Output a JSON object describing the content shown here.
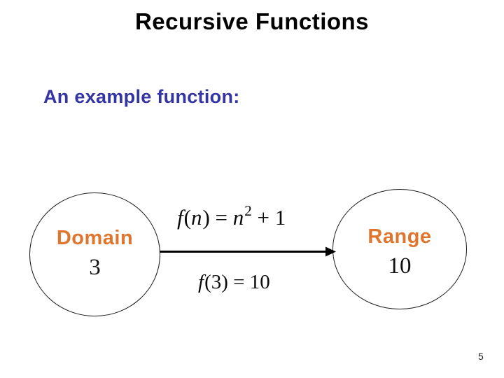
{
  "title": "Recursive Functions",
  "subtitle": "An example function:",
  "page_number": "5",
  "diagram": {
    "domain": {
      "label": "Domain",
      "value": "3"
    },
    "range": {
      "label": "Range",
      "value": "10"
    },
    "formula_top": {
      "func": "f",
      "open_paren": "(",
      "variable": "n",
      "close_equals": ") = ",
      "base": "n",
      "exponent": "2",
      "tail": " + 1"
    },
    "formula_bottom": {
      "func": "f",
      "rest": "(3) = 10"
    }
  },
  "colors": {
    "background": "#ffffff",
    "title": "#000000",
    "subtitle": "#3434a3",
    "ellipse_label": "#e0762e",
    "arrow": "#000000"
  }
}
